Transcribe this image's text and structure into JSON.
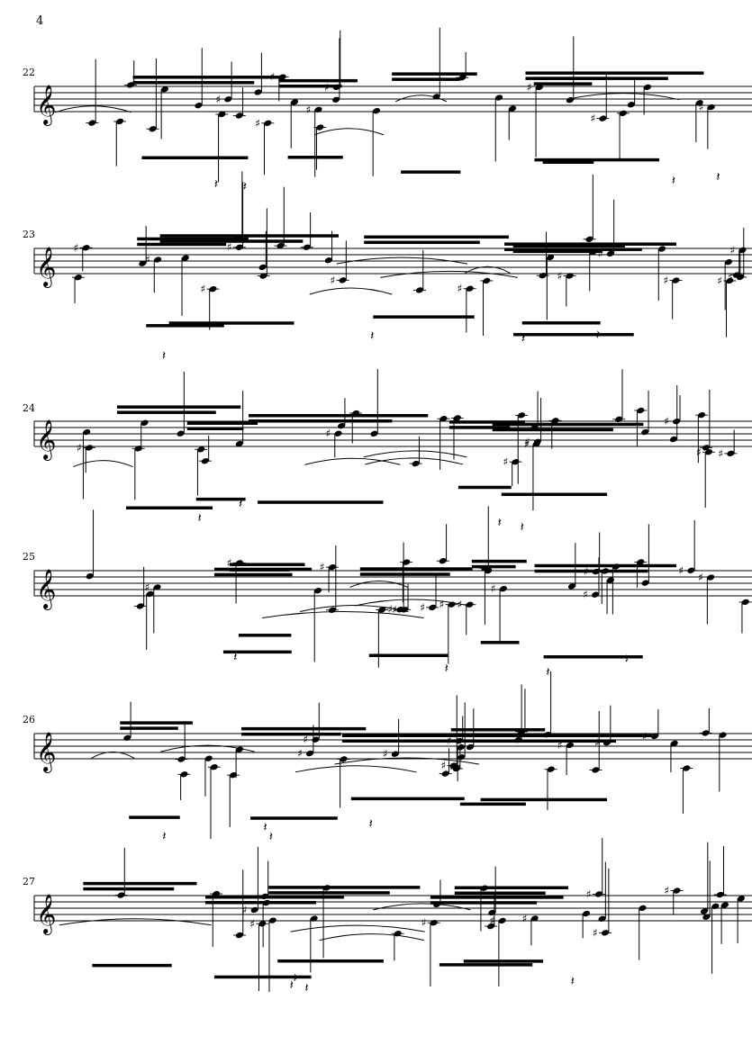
{
  "page": {
    "number": "4"
  },
  "score": {
    "clef": "treble",
    "key_signature": "none",
    "systems": [
      {
        "measure_number": "22"
      },
      {
        "measure_number": "23"
      },
      {
        "measure_number": "24"
      },
      {
        "measure_number": "25"
      },
      {
        "measure_number": "26"
      },
      {
        "measure_number": "27"
      }
    ]
  }
}
